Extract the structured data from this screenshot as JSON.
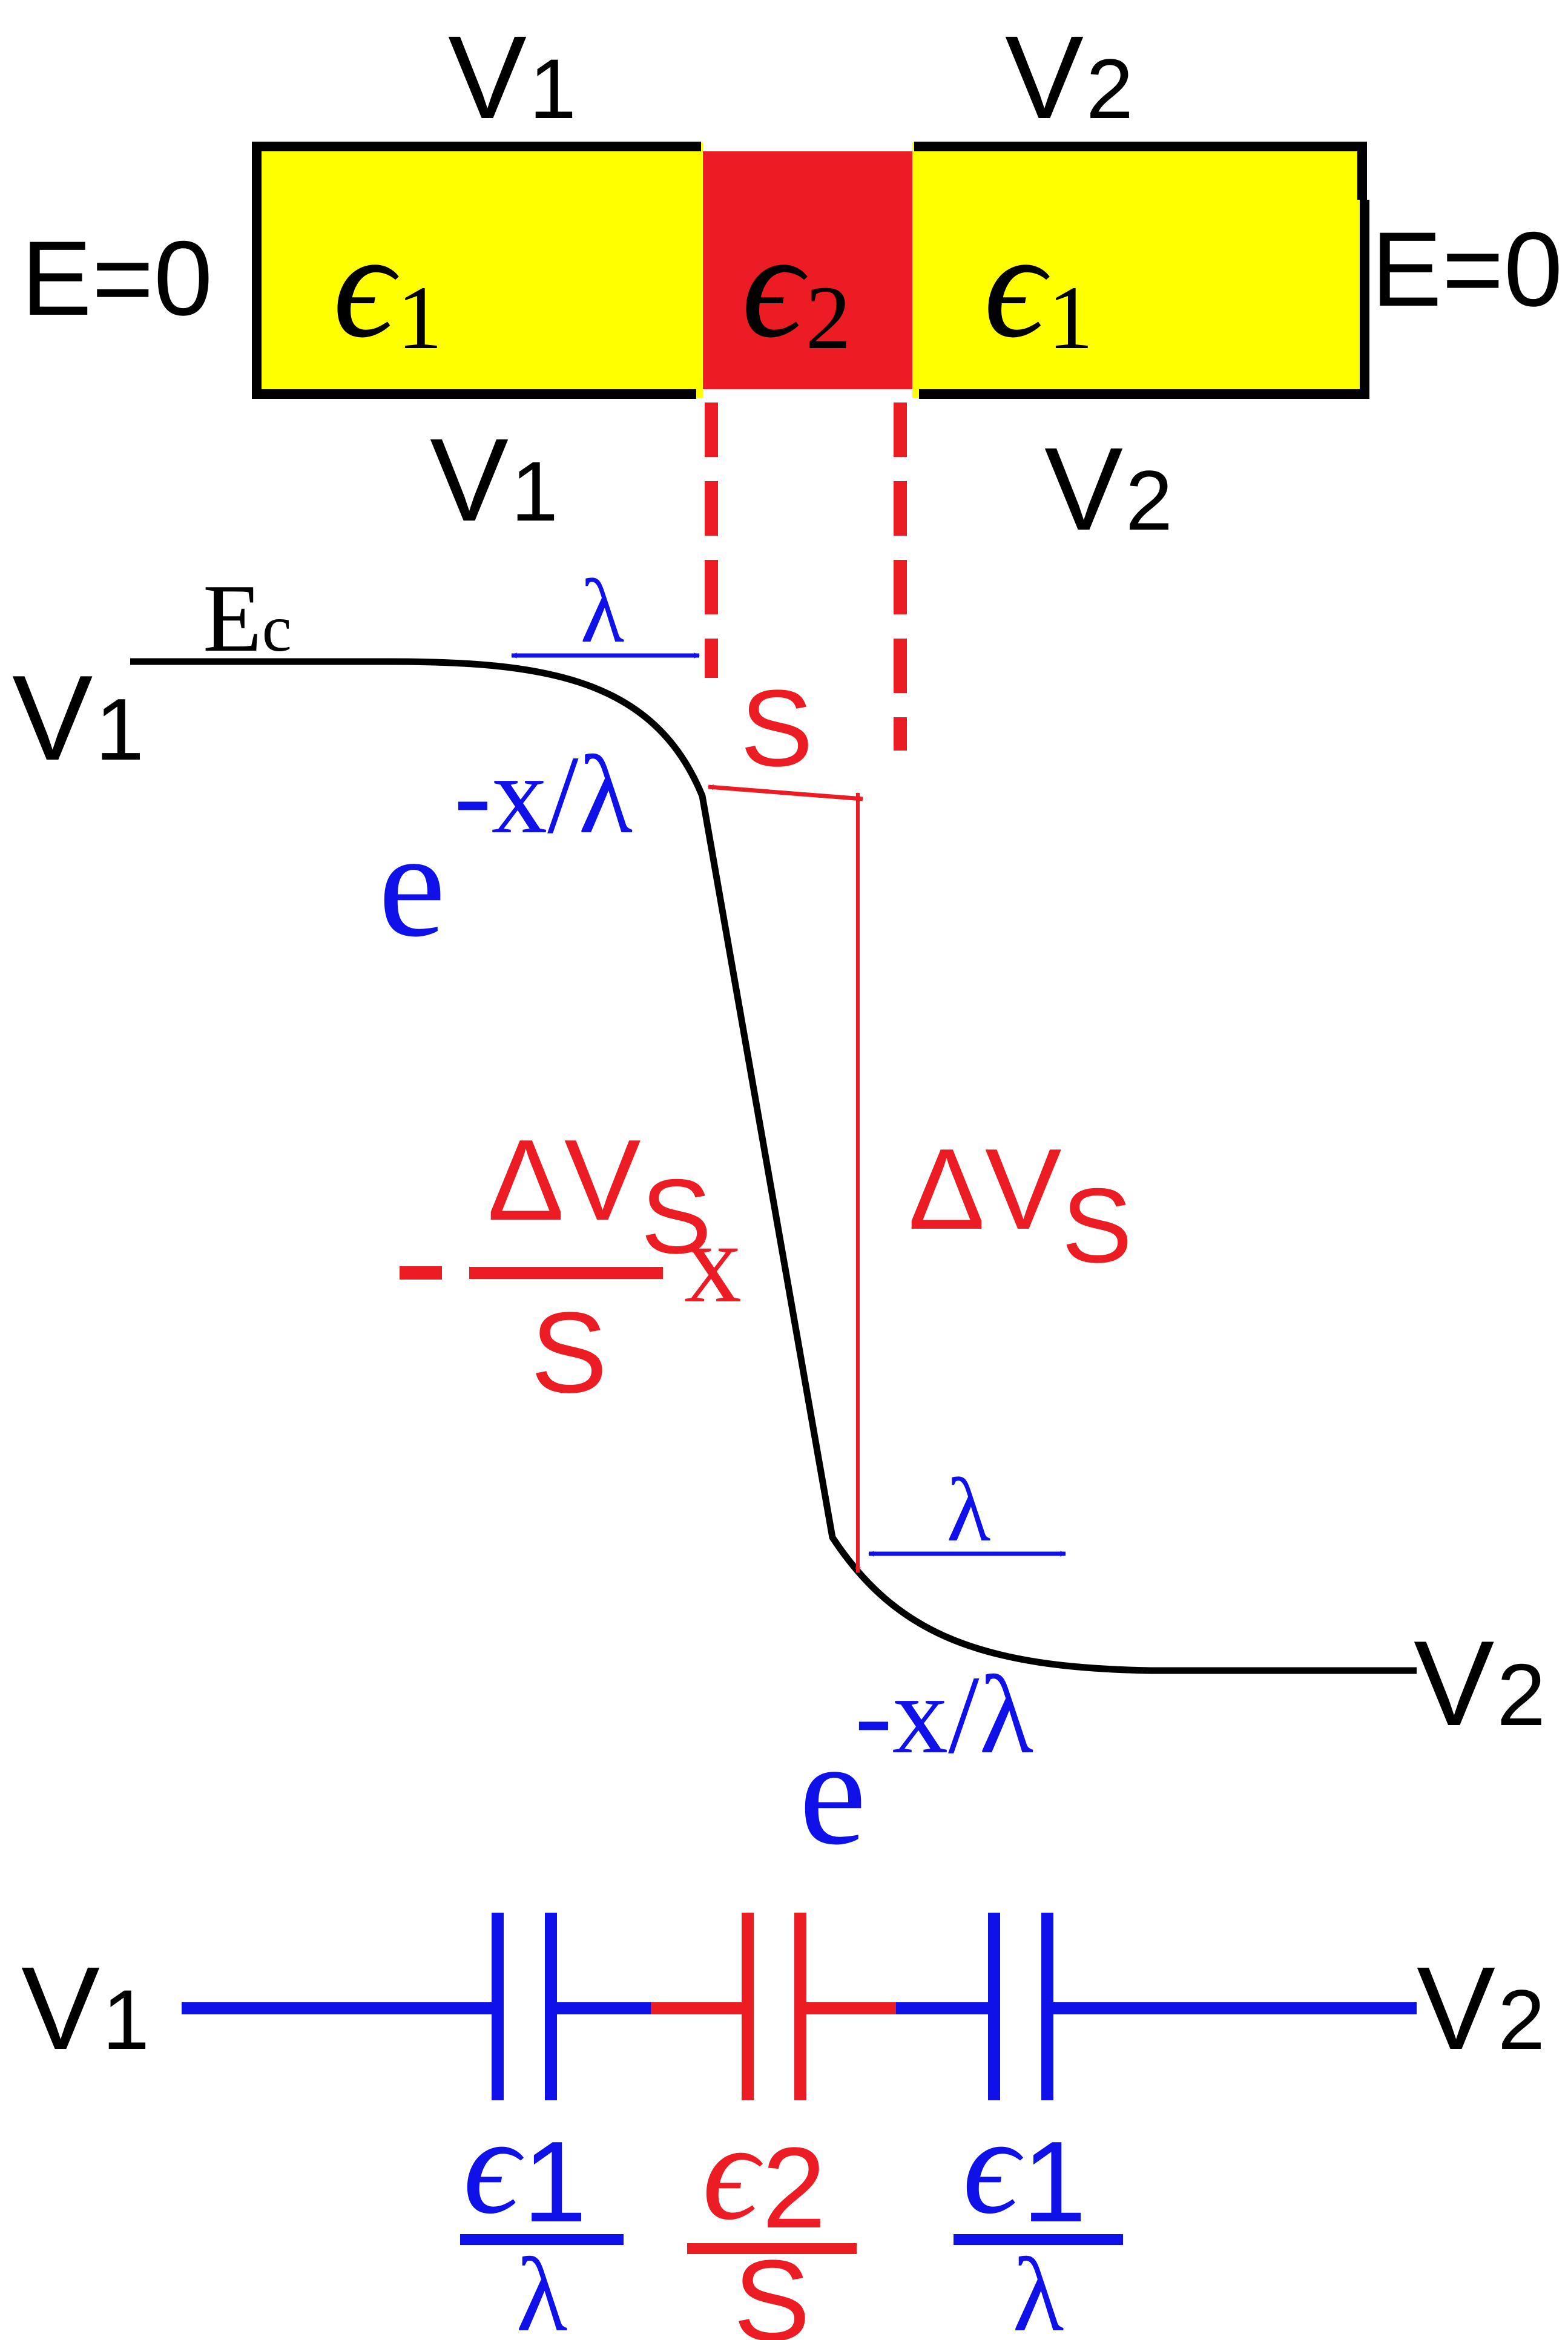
{
  "device": {
    "top_left_label": "V",
    "top_left_sub": "1",
    "top_right_label": "V",
    "top_right_sub": "2",
    "bottom_left_label": "V",
    "bottom_left_sub": "1",
    "bottom_right_label": "V",
    "bottom_right_sub": "2",
    "left_boundary": "E=0",
    "right_boundary": "E=0",
    "region_left": {
      "symbol": "ϵ",
      "sub": "1"
    },
    "region_middle": {
      "symbol": "ϵ",
      "sub": "2"
    },
    "region_right": {
      "symbol": "ϵ",
      "sub": "1"
    }
  },
  "band": {
    "ec_main": "E",
    "ec_sub": "c",
    "left_v": "V",
    "left_v_sub": "1",
    "right_v": "V",
    "right_v_sub": "2",
    "lambda_top": "λ",
    "lambda_bottom": "λ",
    "s_label": "S",
    "exp_left_base": "e",
    "exp_left_power": "-x/λ",
    "exp_right_base": "e",
    "exp_right_power": "-x/λ",
    "linear_minus": "-",
    "linear_num_delta": "ΔV",
    "linear_num_sub": "S",
    "linear_den": "S",
    "linear_x": "x",
    "dv_main": "ΔV",
    "dv_sub": "S"
  },
  "circuit": {
    "left_v": "V",
    "left_v_sub": "1",
    "right_v": "V",
    "right_v_sub": "2",
    "cap1": {
      "num_symbol": "ϵ",
      "num_sub": "1",
      "den": "λ"
    },
    "cap2": {
      "num_symbol": "ϵ",
      "num_sub": "2",
      "den": "S"
    },
    "cap3": {
      "num_symbol": "ϵ",
      "num_sub": "1",
      "den": "λ"
    }
  },
  "colors": {
    "yellow": "#ffff00",
    "red_region": "#ec1c24",
    "red_line": "#ec1c24",
    "blue": "#1010e8",
    "black": "#000000"
  }
}
